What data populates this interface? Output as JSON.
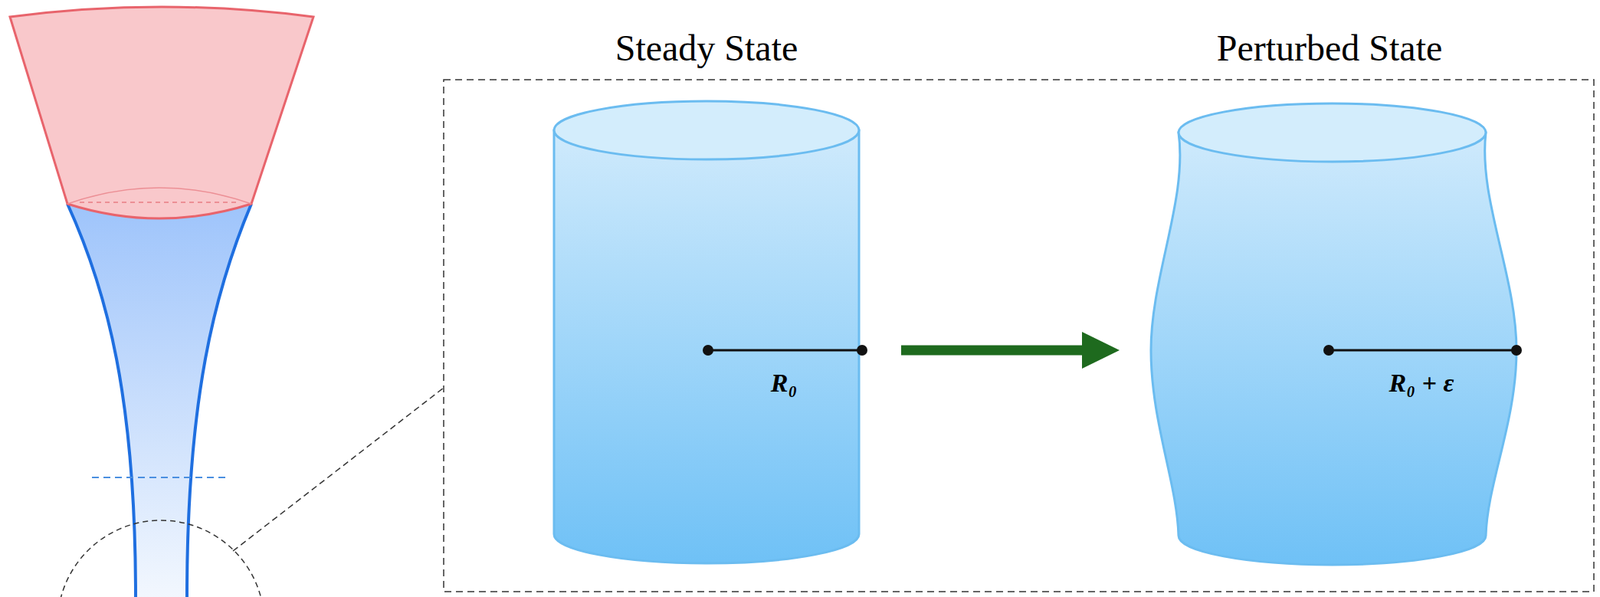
{
  "diagram": {
    "nodes": [
      {
        "text": [
          "Steady State",
          "R₀"
        ]
      },
      {
        "text": [
          "Perturbed State",
          "R₀ + ε"
        ]
      }
    ],
    "edges": [
      {
        "from": 0,
        "to": 1,
        "arrow": "to"
      }
    ]
  }
}
